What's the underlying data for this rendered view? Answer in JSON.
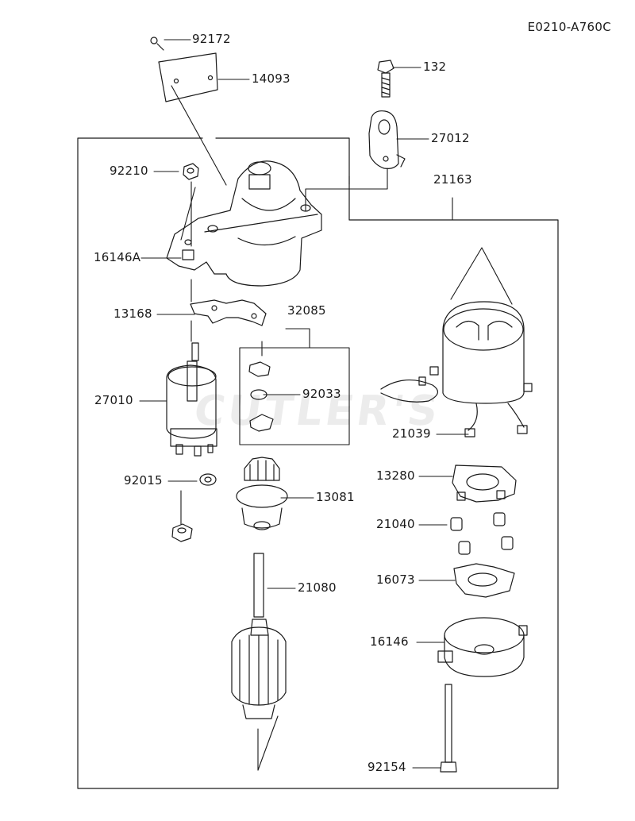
{
  "diagram": {
    "id": "E0210-A760C",
    "watermark": "CUTLER'S"
  },
  "parts": [
    {
      "key": "p92172",
      "number": "92172"
    },
    {
      "key": "p14093",
      "number": "14093"
    },
    {
      "key": "p132",
      "number": "132"
    },
    {
      "key": "p27012",
      "number": "27012"
    },
    {
      "key": "p21163",
      "number": "21163"
    },
    {
      "key": "p92210",
      "number": "92210"
    },
    {
      "key": "p16146A",
      "number": "16146A"
    },
    {
      "key": "p13168",
      "number": "13168"
    },
    {
      "key": "p32085",
      "number": "32085"
    },
    {
      "key": "p27010",
      "number": "27010"
    },
    {
      "key": "p92033",
      "number": "92033"
    },
    {
      "key": "p21039",
      "number": "21039"
    },
    {
      "key": "p92015",
      "number": "92015"
    },
    {
      "key": "p13081",
      "number": "13081"
    },
    {
      "key": "p13280",
      "number": "13280"
    },
    {
      "key": "p21040",
      "number": "21040"
    },
    {
      "key": "p21080",
      "number": "21080"
    },
    {
      "key": "p16073",
      "number": "16073"
    },
    {
      "key": "p16146",
      "number": "16146"
    },
    {
      "key": "p92154",
      "number": "92154"
    }
  ]
}
